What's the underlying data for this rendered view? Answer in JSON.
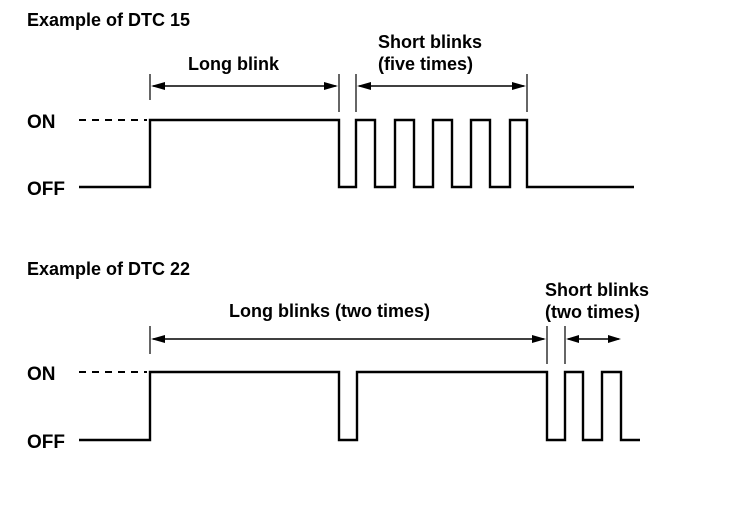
{
  "diagrams": [
    {
      "title": "Example of DTC 15",
      "on_label": "ON",
      "off_label": "OFF",
      "long_label": "Long blink",
      "short_label_line1": "Short blinks",
      "short_label_line2": "(five times)"
    },
    {
      "title": "Example of DTC 22",
      "on_label": "ON",
      "off_label": "OFF",
      "long_label": "Long blinks (two times)",
      "short_label_line1": "Short blinks",
      "short_label_line2": "(two times)"
    }
  ]
}
